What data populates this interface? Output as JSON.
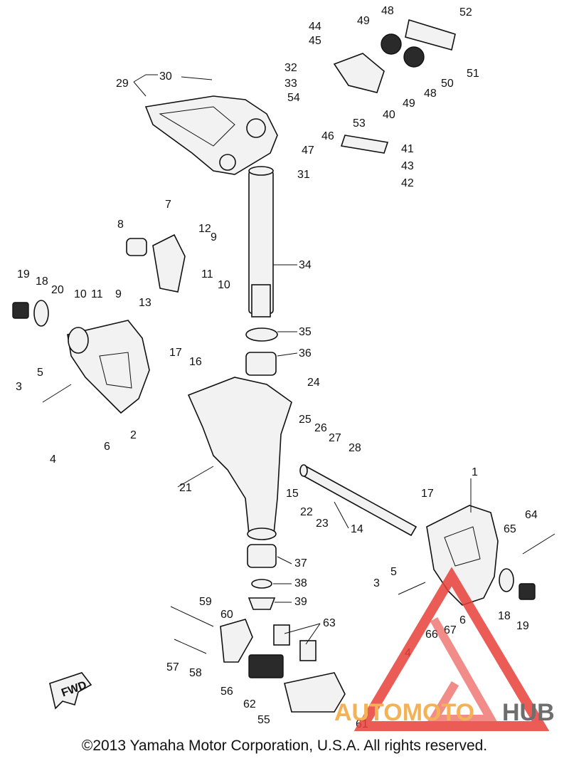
{
  "callouts": [
    "1",
    "2",
    "3",
    "4",
    "5",
    "6",
    "7",
    "8",
    "9",
    "10",
    "11",
    "12",
    "13",
    "14",
    "15",
    "16",
    "17",
    "18",
    "19",
    "20",
    "21",
    "22",
    "23",
    "24",
    "25",
    "26",
    "27",
    "28",
    "29",
    "30",
    "31",
    "32",
    "33",
    "34",
    "35",
    "36",
    "37",
    "38",
    "39",
    "40",
    "41",
    "42",
    "43",
    "44",
    "45",
    "46",
    "47",
    "48",
    "49",
    "50",
    "51",
    "52",
    "53",
    "54",
    "55",
    "56",
    "57",
    "58",
    "59",
    "60",
    "61",
    "62",
    "63",
    "64",
    "65",
    "66",
    "67"
  ],
  "fwd_label": "FWD",
  "watermark": {
    "part1": "AUTOMOTO",
    "part2": "HUB",
    "color_red": "#e8403a",
    "color_orange": "#f3a53a",
    "color_gray": "#555555"
  },
  "copyright": "©2013 Yamaha Motor Corporation, U.S.A. All rights reserved."
}
